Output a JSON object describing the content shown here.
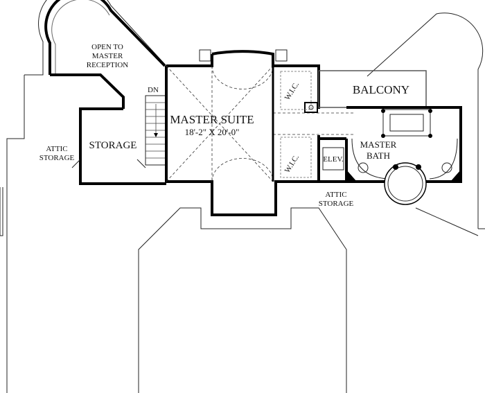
{
  "rooms": {
    "open_to_reception": [
      "OPEN TO",
      "MASTER",
      "RECEPTION"
    ],
    "stair_label": "DN",
    "master_suite": {
      "name": "MASTER SUITE",
      "dimensions": "18'-2\" X 20'-0\""
    },
    "storage": "STORAGE",
    "attic_storage_left": [
      "ATTIC",
      "STORAGE"
    ],
    "wic_top": "W.I.C.",
    "wic_bottom": "W.I.C.",
    "balcony": "BALCONY",
    "elevator": "ELEV.",
    "master_bath": [
      "MASTER",
      "BATH"
    ],
    "attic_storage_right": [
      "ATTIC",
      "STORAGE"
    ]
  }
}
